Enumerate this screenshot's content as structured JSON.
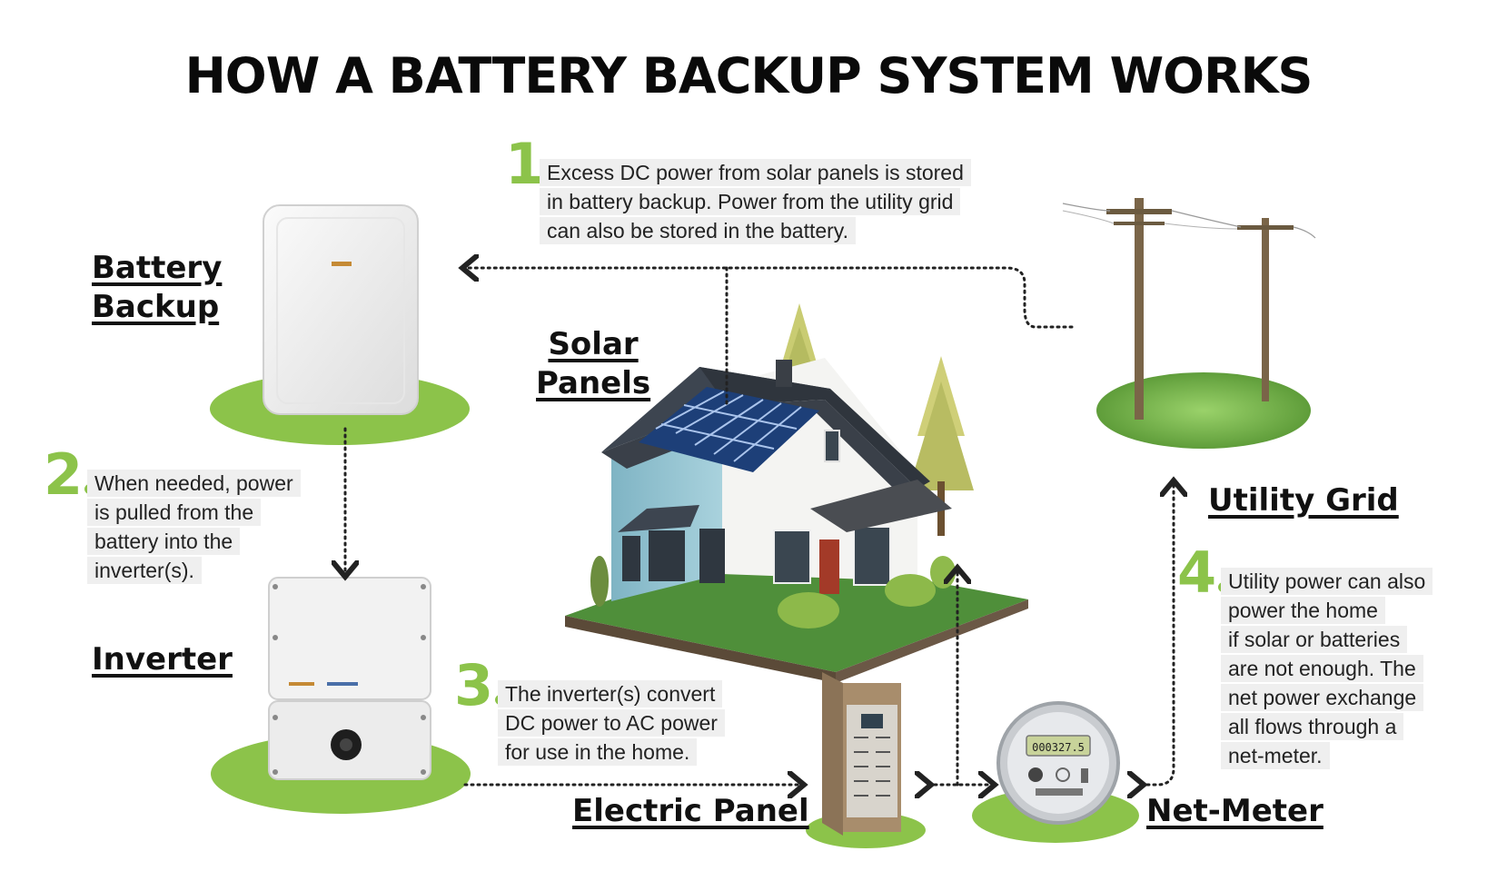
{
  "title": "HOW A BATTERY BACKUP SYSTEM WORKS",
  "labels": {
    "battery_line1": "Battery",
    "battery_line2": "Backup",
    "solar_line1": "Solar",
    "solar_line2": "Panels",
    "inverter": "Inverter",
    "utility_grid": "Utility Grid",
    "electric_panel": "Electric Panel",
    "net_meter": "Net-Meter"
  },
  "steps": [
    {
      "number": "1",
      "lines": [
        "Excess DC power from solar panels is stored",
        "in battery backup. Power from the utility grid",
        "can also be stored in the battery."
      ]
    },
    {
      "number": "2",
      "lines": [
        "When needed, power",
        "is pulled from the",
        "battery into the",
        "inverter(s)."
      ]
    },
    {
      "number": "3",
      "lines": [
        "The inverter(s) convert",
        "DC power to AC power",
        "for use in the home."
      ]
    },
    {
      "number": "4",
      "lines": [
        "Utility power can also",
        "power the home",
        "if solar or batteries",
        "are not enough. The",
        "net power exchange",
        "all flows through a",
        "net-meter."
      ]
    }
  ],
  "device_text": {
    "meter_reading": "000327.5"
  },
  "colors": {
    "accent_green": "#8cc34a",
    "text": "#111111",
    "note_bg": "#efefef"
  }
}
